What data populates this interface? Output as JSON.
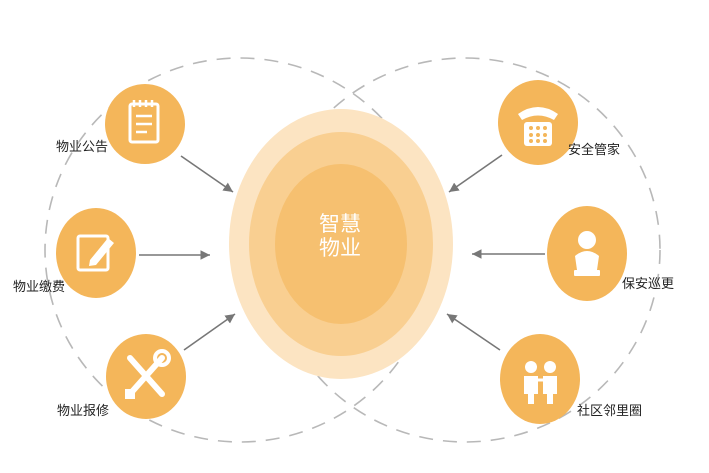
{
  "colors": {
    "node_fill": "#F4B65A",
    "center_outer": "#FCE4C2",
    "center_mid": "#F9CF91",
    "center_inner": "#F6C070",
    "arrow": "#777777",
    "dashed_ring": "#B8B8B8",
    "icon": "#ffffff"
  },
  "center": {
    "line1": "智慧",
    "line2": "物业"
  },
  "left_nodes": [
    {
      "label": "物业公告",
      "icon": "notepad-icon"
    },
    {
      "label": "物业缴费",
      "icon": "edit-icon"
    },
    {
      "label": "物业报修",
      "icon": "tools-icon"
    }
  ],
  "right_nodes": [
    {
      "label": "安全管家",
      "icon": "phone-icon"
    },
    {
      "label": "保安巡更",
      "icon": "bust-icon"
    },
    {
      "label": "社区邻里圈",
      "icon": "people-icon"
    }
  ]
}
